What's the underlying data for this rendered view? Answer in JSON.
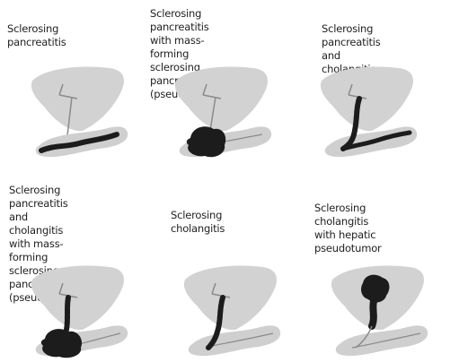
{
  "panels": [
    {
      "caption": "Sclerosing pancreatitis",
      "variant": "pancreas-duct"
    },
    {
      "caption": "Sclerosing pancreatitis\nwith mass-forming sclerosing\npancreatitis (pseudotumor)",
      "variant": "head-mass"
    },
    {
      "caption": "Sclerosing pancreatitis\nand cholangitis",
      "variant": "duct-and-bile"
    },
    {
      "caption": "Sclerosing pancreatitis\nand cholangitis with mass-\nforming sclerosing\npancreatitis (pseudotumor)",
      "variant": "bile-and-mass"
    },
    {
      "caption": "Sclerosing cholangitis",
      "variant": "bile-duct"
    },
    {
      "caption": "Sclerosing cholangitis\nwith hepatic pseudotumor",
      "variant": "hepatic-mass"
    }
  ],
  "colors": {
    "liver": "#d2d2d2",
    "pancreas": "#cfcfcf",
    "duct": "#8a8a8a",
    "lesion": "#1c1c1c"
  }
}
